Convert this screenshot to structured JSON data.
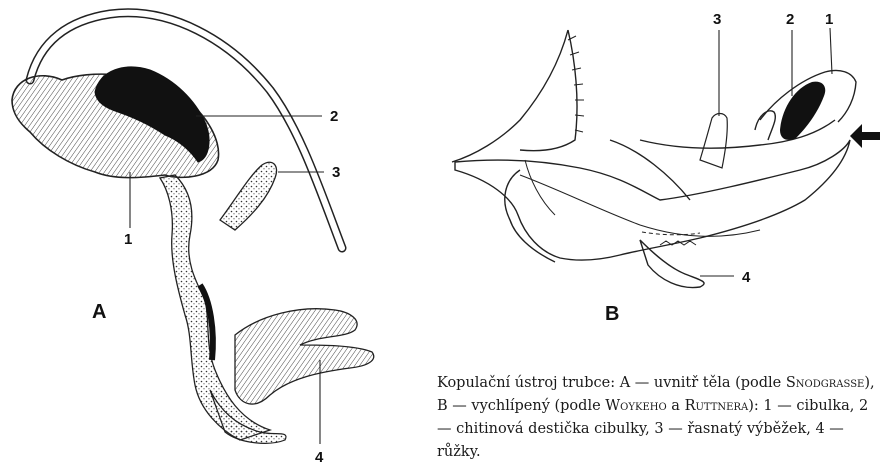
{
  "figure_a": {
    "panel_label": "A",
    "labels": {
      "l1": "1",
      "l2": "2",
      "l3": "3",
      "l4": "4"
    }
  },
  "figure_b": {
    "panel_label": "B",
    "labels": {
      "l1": "1",
      "l2": "2",
      "l3": "3",
      "l4": "4"
    }
  },
  "caption": {
    "part1": "Kopulační ústroj trubce: A — uvnitř těla (podle ",
    "snod": "Snod­grasse",
    "part2": "), B — vychlípený (podle ",
    "woykeho": "Woykeho",
    "part3": " a ",
    "ruttnera": "Ruttnera",
    "part4": "): 1 — cibulka, 2 — chitinová destička cibulky, 3 — řasnatý výběžek, 4 — růžky."
  }
}
